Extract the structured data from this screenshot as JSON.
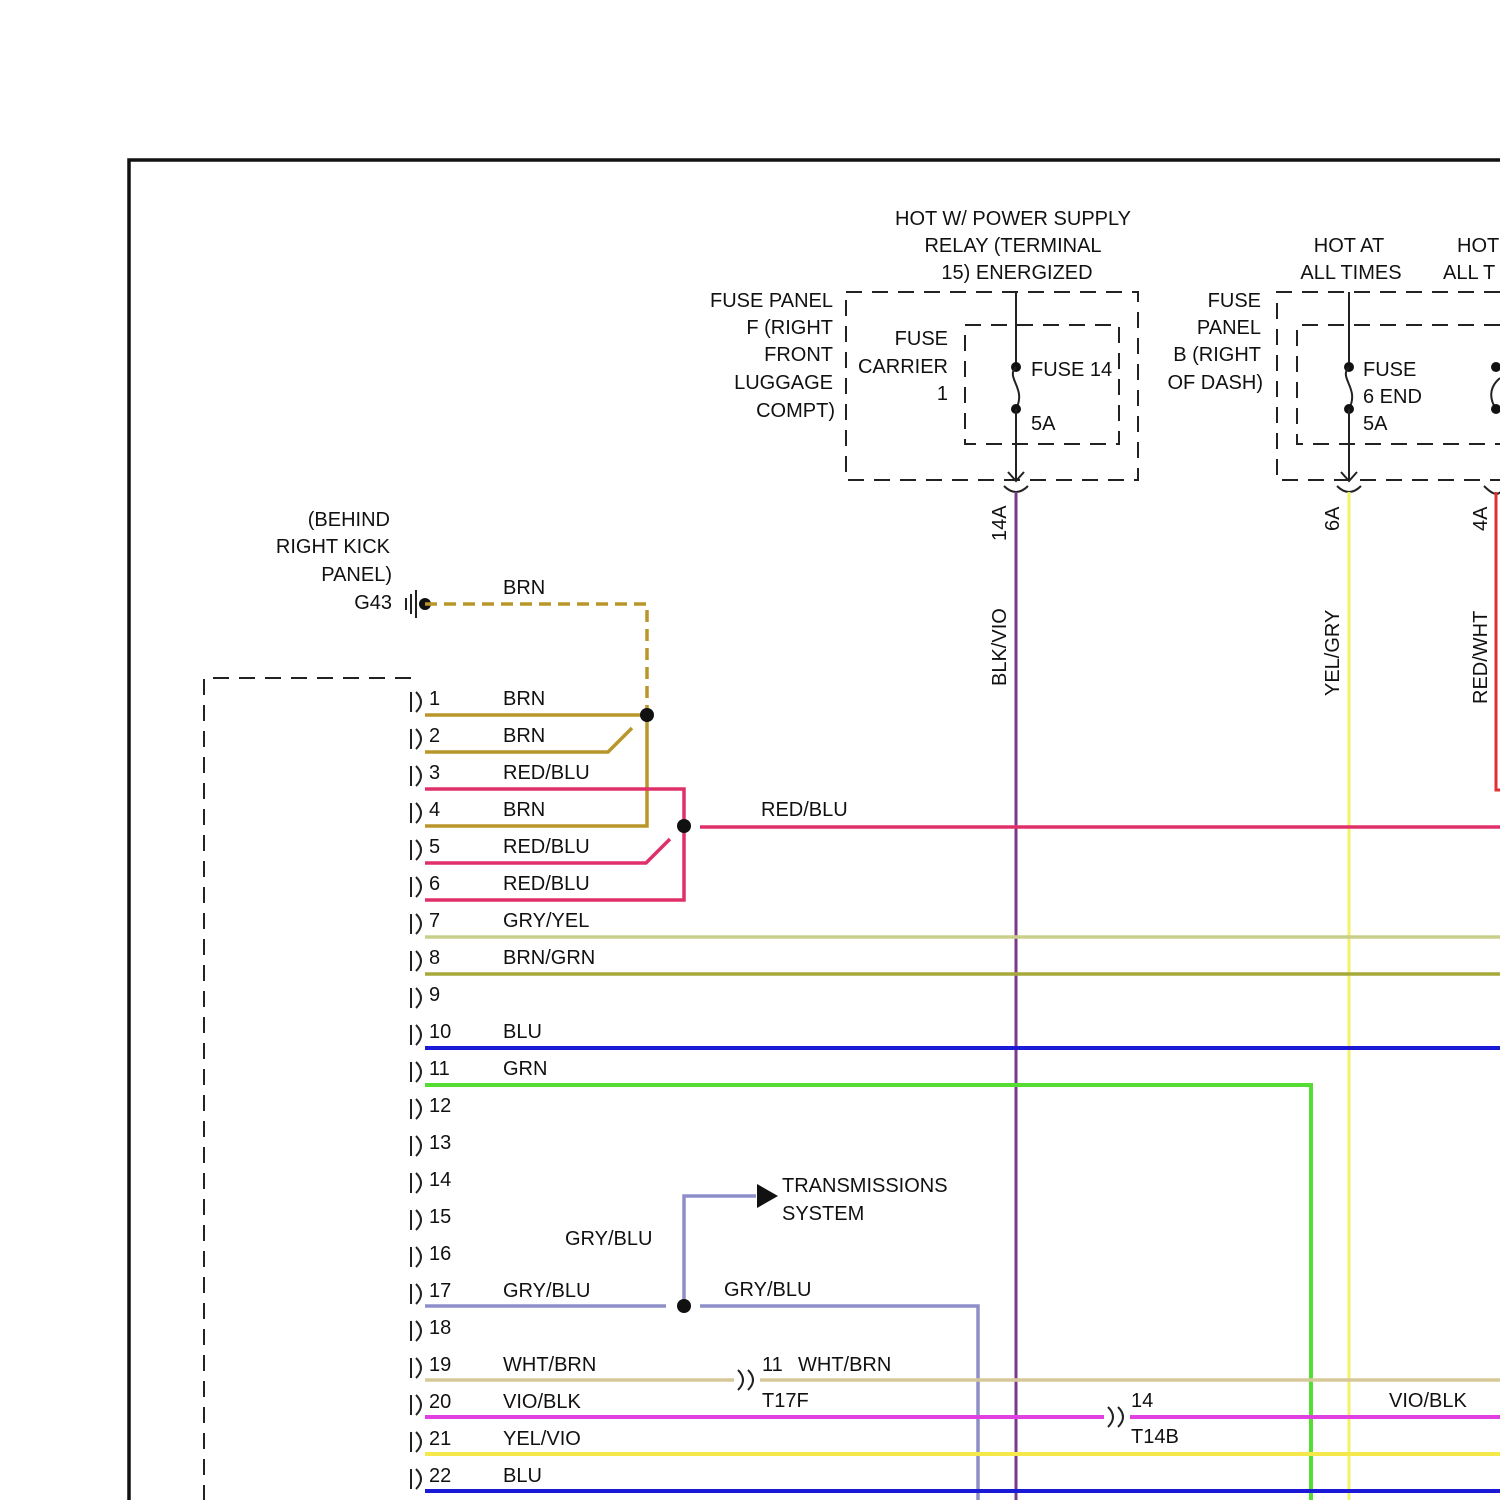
{
  "fuse_panel_f": {
    "supply_label": [
      "HOT W/ POWER SUPPLY",
      "RELAY (TERMINAL",
      "15) ENERGIZED"
    ],
    "panel_label": [
      "FUSE PANEL",
      "F (RIGHT",
      "FRONT",
      "LUGGAGE",
      "COMPT)"
    ],
    "carrier_label": [
      "FUSE",
      "CARRIER",
      "1"
    ],
    "fuse_name": "FUSE 14",
    "fuse_rating": "5A",
    "terminal": "14A",
    "wire_color": "BLK/VIO"
  },
  "fuse_panel_b": {
    "supply_label": [
      "HOT AT",
      "ALL TIMES"
    ],
    "supply_label_2": [
      "HOT",
      "ALL T"
    ],
    "panel_label": [
      "FUSE",
      "PANEL",
      "B (RIGHT",
      "OF DASH)"
    ],
    "fuse_label": [
      "FUSE",
      "6 END",
      "5A"
    ],
    "terminal_1": "6A",
    "wire_color_1": "YEL/GRY",
    "terminal_2": "4A",
    "wire_color_2": "RED/WHT"
  },
  "ground": {
    "location": [
      "(BEHIND",
      "RIGHT KICK",
      "PANEL)"
    ],
    "id": "G43",
    "wire_color": "BRN"
  },
  "connector_pins": [
    {
      "pin": "1",
      "wire": "BRN"
    },
    {
      "pin": "2",
      "wire": "BRN"
    },
    {
      "pin": "3",
      "wire": "RED/BLU"
    },
    {
      "pin": "4",
      "wire": "BRN"
    },
    {
      "pin": "5",
      "wire": "RED/BLU"
    },
    {
      "pin": "6",
      "wire": "RED/BLU"
    },
    {
      "pin": "7",
      "wire": "GRY/YEL"
    },
    {
      "pin": "8",
      "wire": "BRN/GRN"
    },
    {
      "pin": "9",
      "wire": ""
    },
    {
      "pin": "10",
      "wire": "BLU"
    },
    {
      "pin": "11",
      "wire": "GRN"
    },
    {
      "pin": "12",
      "wire": ""
    },
    {
      "pin": "13",
      "wire": ""
    },
    {
      "pin": "14",
      "wire": ""
    },
    {
      "pin": "15",
      "wire": ""
    },
    {
      "pin": "16",
      "wire": ""
    },
    {
      "pin": "17",
      "wire": "GRY/BLU"
    },
    {
      "pin": "18",
      "wire": ""
    },
    {
      "pin": "19",
      "wire": "WHT/BRN"
    },
    {
      "pin": "20",
      "wire": "VIO/BLK"
    },
    {
      "pin": "21",
      "wire": "YEL/VIO"
    },
    {
      "pin": "22",
      "wire": "BLU"
    }
  ],
  "red_blu_bus_label": "RED/BLU",
  "transmission": {
    "label": [
      "TRANSMISSIONS",
      "SYSTEM"
    ],
    "branch_wire": "GRY/BLU",
    "continue_wire": "GRY/BLU"
  },
  "connector_t17f": {
    "pin": "11",
    "wire": "WHT/BRN",
    "id": "T17F"
  },
  "connector_t14b": {
    "pin": "14",
    "id": "T14B",
    "wire": "VIO/BLK"
  },
  "colors": {
    "brn": "#b8962a",
    "red_blu": "#e0306a",
    "gry_yel": "#c9cf8a",
    "brn_grn": "#a6a93a",
    "blu": "#1a1ad6",
    "grn": "#55dd33",
    "gry_blu": "#8e8ec9",
    "wht_brn": "#d7c89a",
    "vio_blk": "#e040e0",
    "yel_vio": "#f5e84a",
    "blk_vio": "#7a3a8a",
    "yel_gry": "#f2f26a",
    "red_wht": "#e03030"
  }
}
